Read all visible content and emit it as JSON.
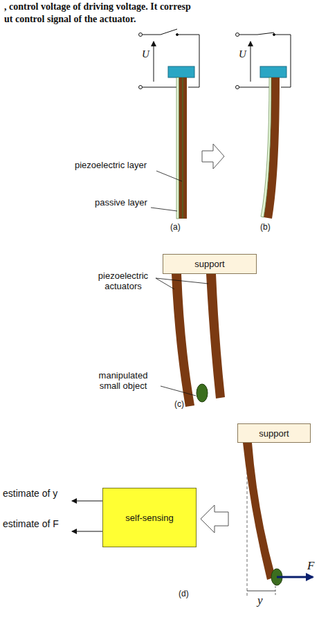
{
  "diagram": {
    "nodes": [
      {
        "text": [
          "support"
        ]
      },
      {
        "text": [
          "support"
        ]
      },
      {
        "text": [
          "self-sensing"
        ]
      }
    ],
    "labels": [
      ", control voltage of driving voltage. It corresp",
      "ut control signal of the actuator.",
      "U",
      "U",
      "piezoelectric layer",
      "passive layer",
      "(a)",
      "(b)",
      "piezoelectric actuators",
      "manipulated small object",
      "(c)",
      "estimate of y",
      "estimate of F",
      "(d)",
      "y",
      "F"
    ]
  }
}
